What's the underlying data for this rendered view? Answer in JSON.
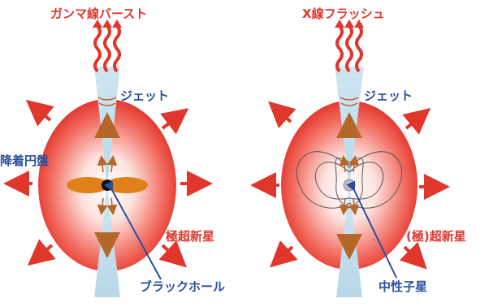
{
  "left": {
    "title": "ガンマ線バースト",
    "jet": "ジェット",
    "disk": "降着円盤",
    "supernova": "極超新星",
    "core": "ブラックホール"
  },
  "right": {
    "title": "X線フラッシュ",
    "jet": "ジェット",
    "supernova": "(極)超新星",
    "core": "中性子星"
  },
  "colors": {
    "red": "#e0362c",
    "blue": "#2a4f9c",
    "jet": "#c9e3ef",
    "disk": "#e0801a",
    "inner_arrow": "#b5672a"
  }
}
